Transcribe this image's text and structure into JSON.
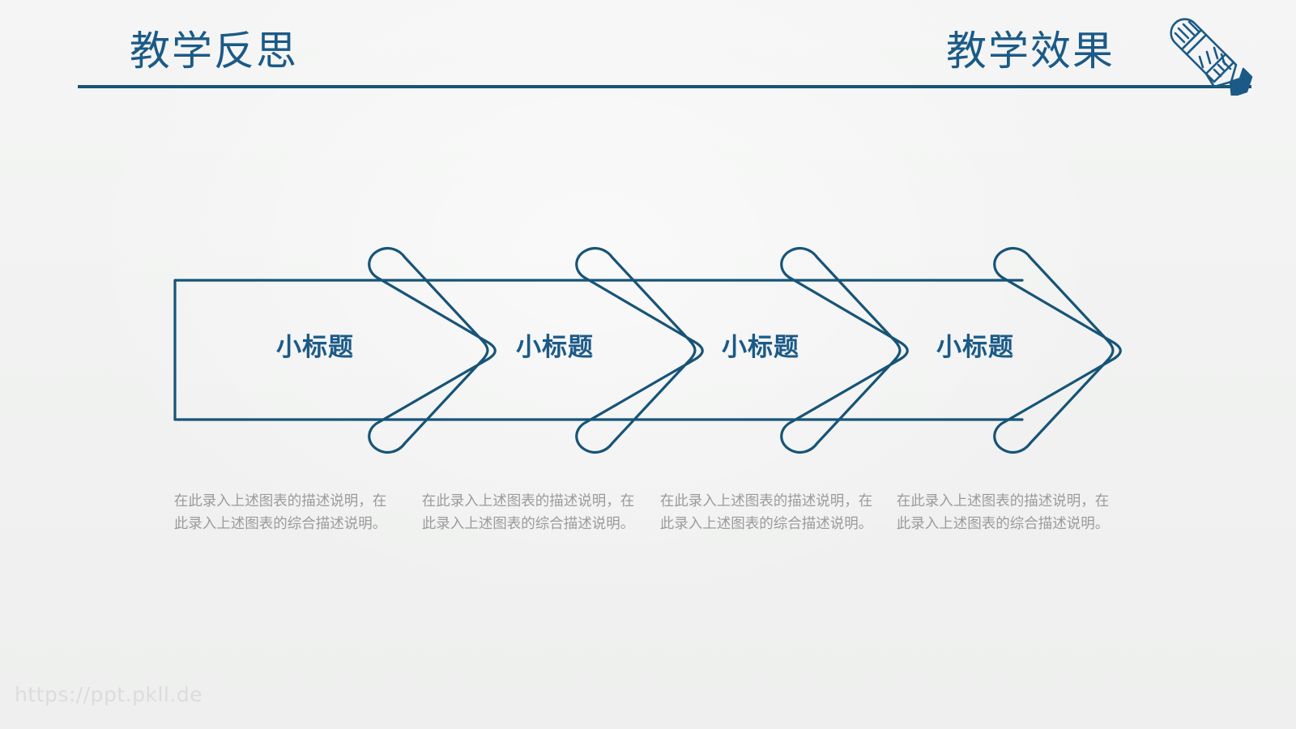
{
  "slide": {
    "background_color": "#f2f3f2",
    "accent_color": "#1b5a87",
    "rule_color": "#175477",
    "desc_color": "#9b9b9b"
  },
  "header": {
    "title_left": "教学反思",
    "title_right": "教学效果",
    "pencil_icon": "pencil-icon"
  },
  "diagram": {
    "type": "process-arrow-chevrons",
    "steps": [
      {
        "label": "小标题",
        "description": "在此录入上述图表的描述说明，在此录入上述图表的综合描述说明。"
      },
      {
        "label": "小标题",
        "description": "在此录入上述图表的描述说明，在此录入上述图表的综合描述说明。"
      },
      {
        "label": "小标题",
        "description": "在此录入上述图表的描述说明，在此录入上述图表的综合描述说明。"
      },
      {
        "label": "小标题",
        "description": "在此录入上述图表的描述说明，在此录入上述图表的综合描述说明。"
      }
    ]
  },
  "footer": {
    "watermark": "https://ppt.pkll.de"
  }
}
